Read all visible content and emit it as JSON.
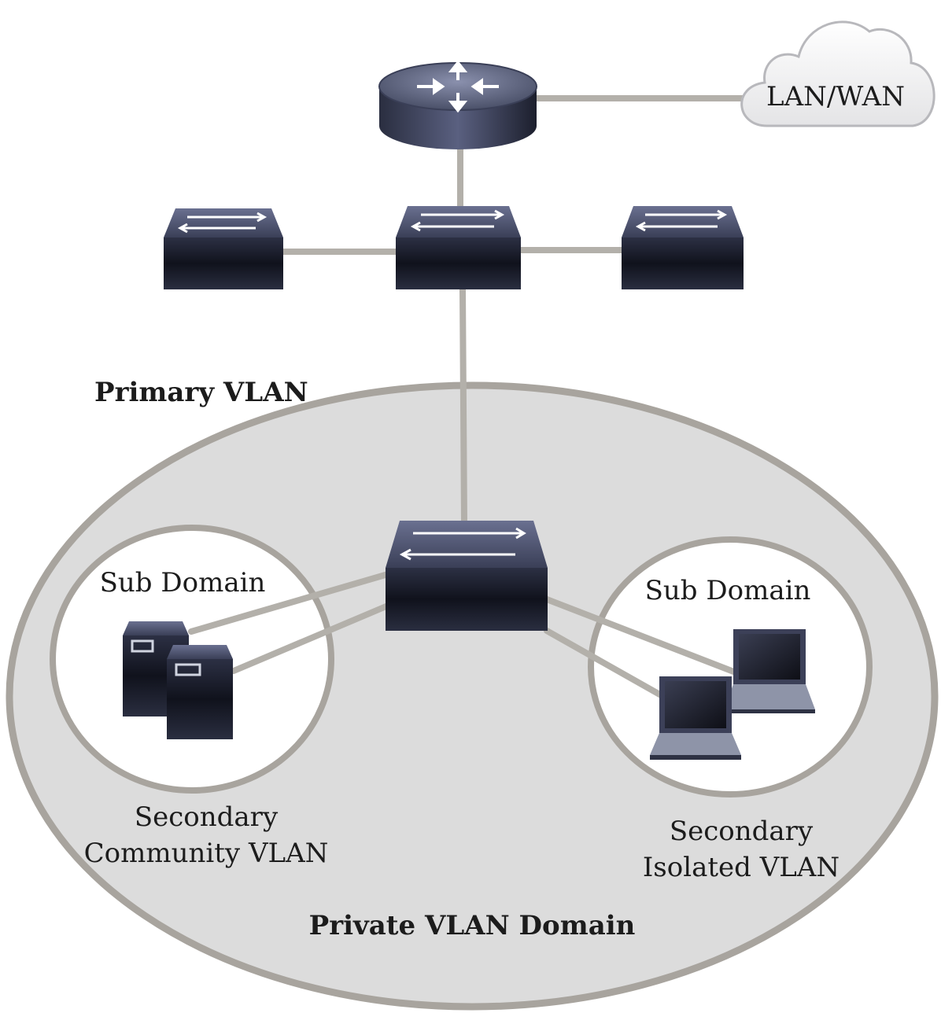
{
  "labels": {
    "cloud": "LAN/WAN",
    "primary_vlan": "Primary VLAN",
    "sub_domain_left": "Sub Domain",
    "sub_domain_right": "Sub Domain",
    "secondary_community_line1": "Secondary",
    "secondary_community_line2": "Community VLAN",
    "secondary_isolated_line1": "Secondary",
    "secondary_isolated_line2": "Isolated VLAN",
    "private_domain": "Private VLAN Domain"
  },
  "colors": {
    "link": "#b3b0aa",
    "domain_fill": "#dcdcdc",
    "domain_stroke": "#a8a49e",
    "device_dark": "#1a1d2c",
    "device_top": "#4a5068"
  }
}
